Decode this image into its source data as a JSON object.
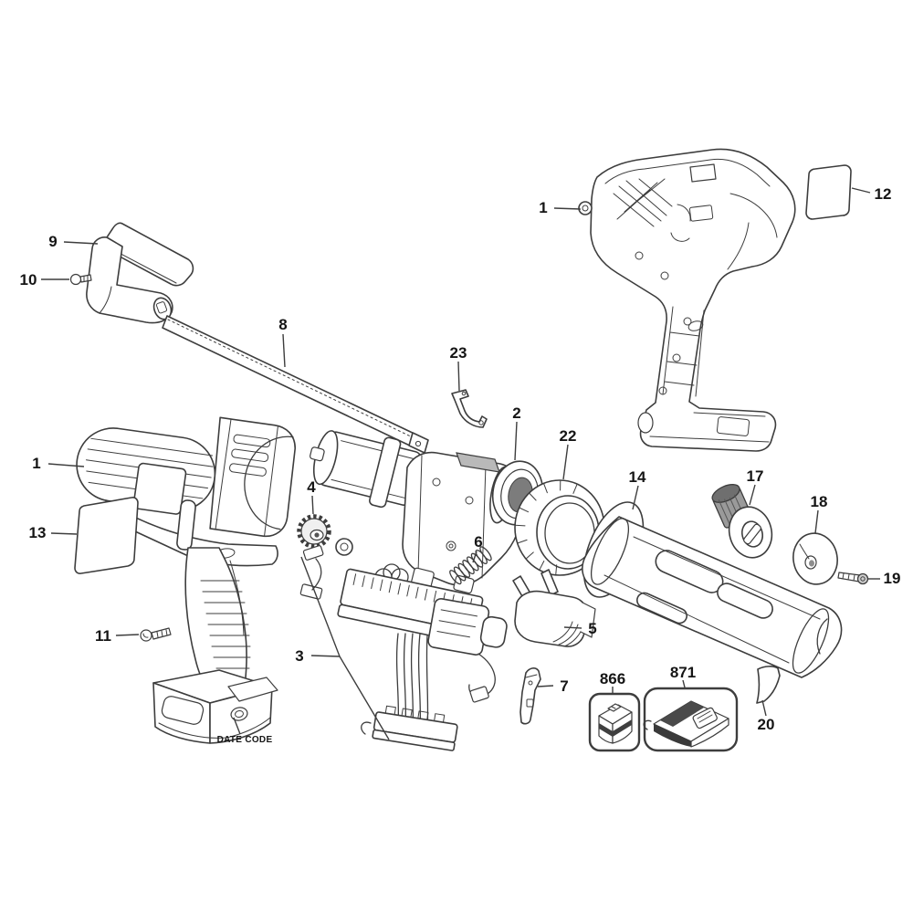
{
  "diagram": {
    "type": "exploded-parts-diagram",
    "colors": {
      "background": "#ffffff",
      "line": "#3d3d3d",
      "label": "#151515",
      "dark_hole": "#7c7c7c",
      "thread_gray": "#9a9a9a",
      "band_dark": "#3f3f3f"
    },
    "callouts": [
      {
        "label": "1"
      },
      {
        "label": "12"
      },
      {
        "label": "9"
      },
      {
        "label": "10"
      },
      {
        "label": "8"
      },
      {
        "label": "23"
      },
      {
        "label": "2"
      },
      {
        "label": "22"
      },
      {
        "label": "1"
      },
      {
        "label": "13"
      },
      {
        "label": "4"
      },
      {
        "label": "6"
      },
      {
        "label": "11"
      },
      {
        "label": "3"
      },
      {
        "label": "5"
      },
      {
        "label": "7"
      },
      {
        "label": "14"
      },
      {
        "label": "17"
      },
      {
        "label": "18"
      },
      {
        "label": "19"
      },
      {
        "label": "20"
      },
      {
        "label": "866"
      },
      {
        "label": "871"
      }
    ],
    "annotations": {
      "date_code": "DATE CODE"
    }
  }
}
